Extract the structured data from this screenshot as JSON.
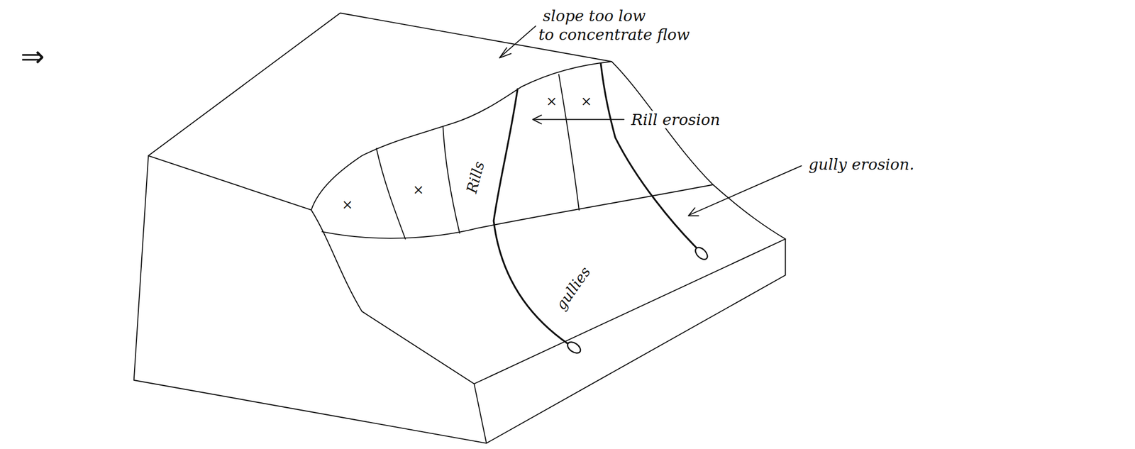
{
  "diagram": {
    "labels": [
      "⇒",
      "slope too low",
      "to concentrate flow",
      "×",
      "×",
      "Rill erosion",
      "gully erosion.",
      "×",
      "×",
      "Rills",
      "gullies"
    ]
  }
}
